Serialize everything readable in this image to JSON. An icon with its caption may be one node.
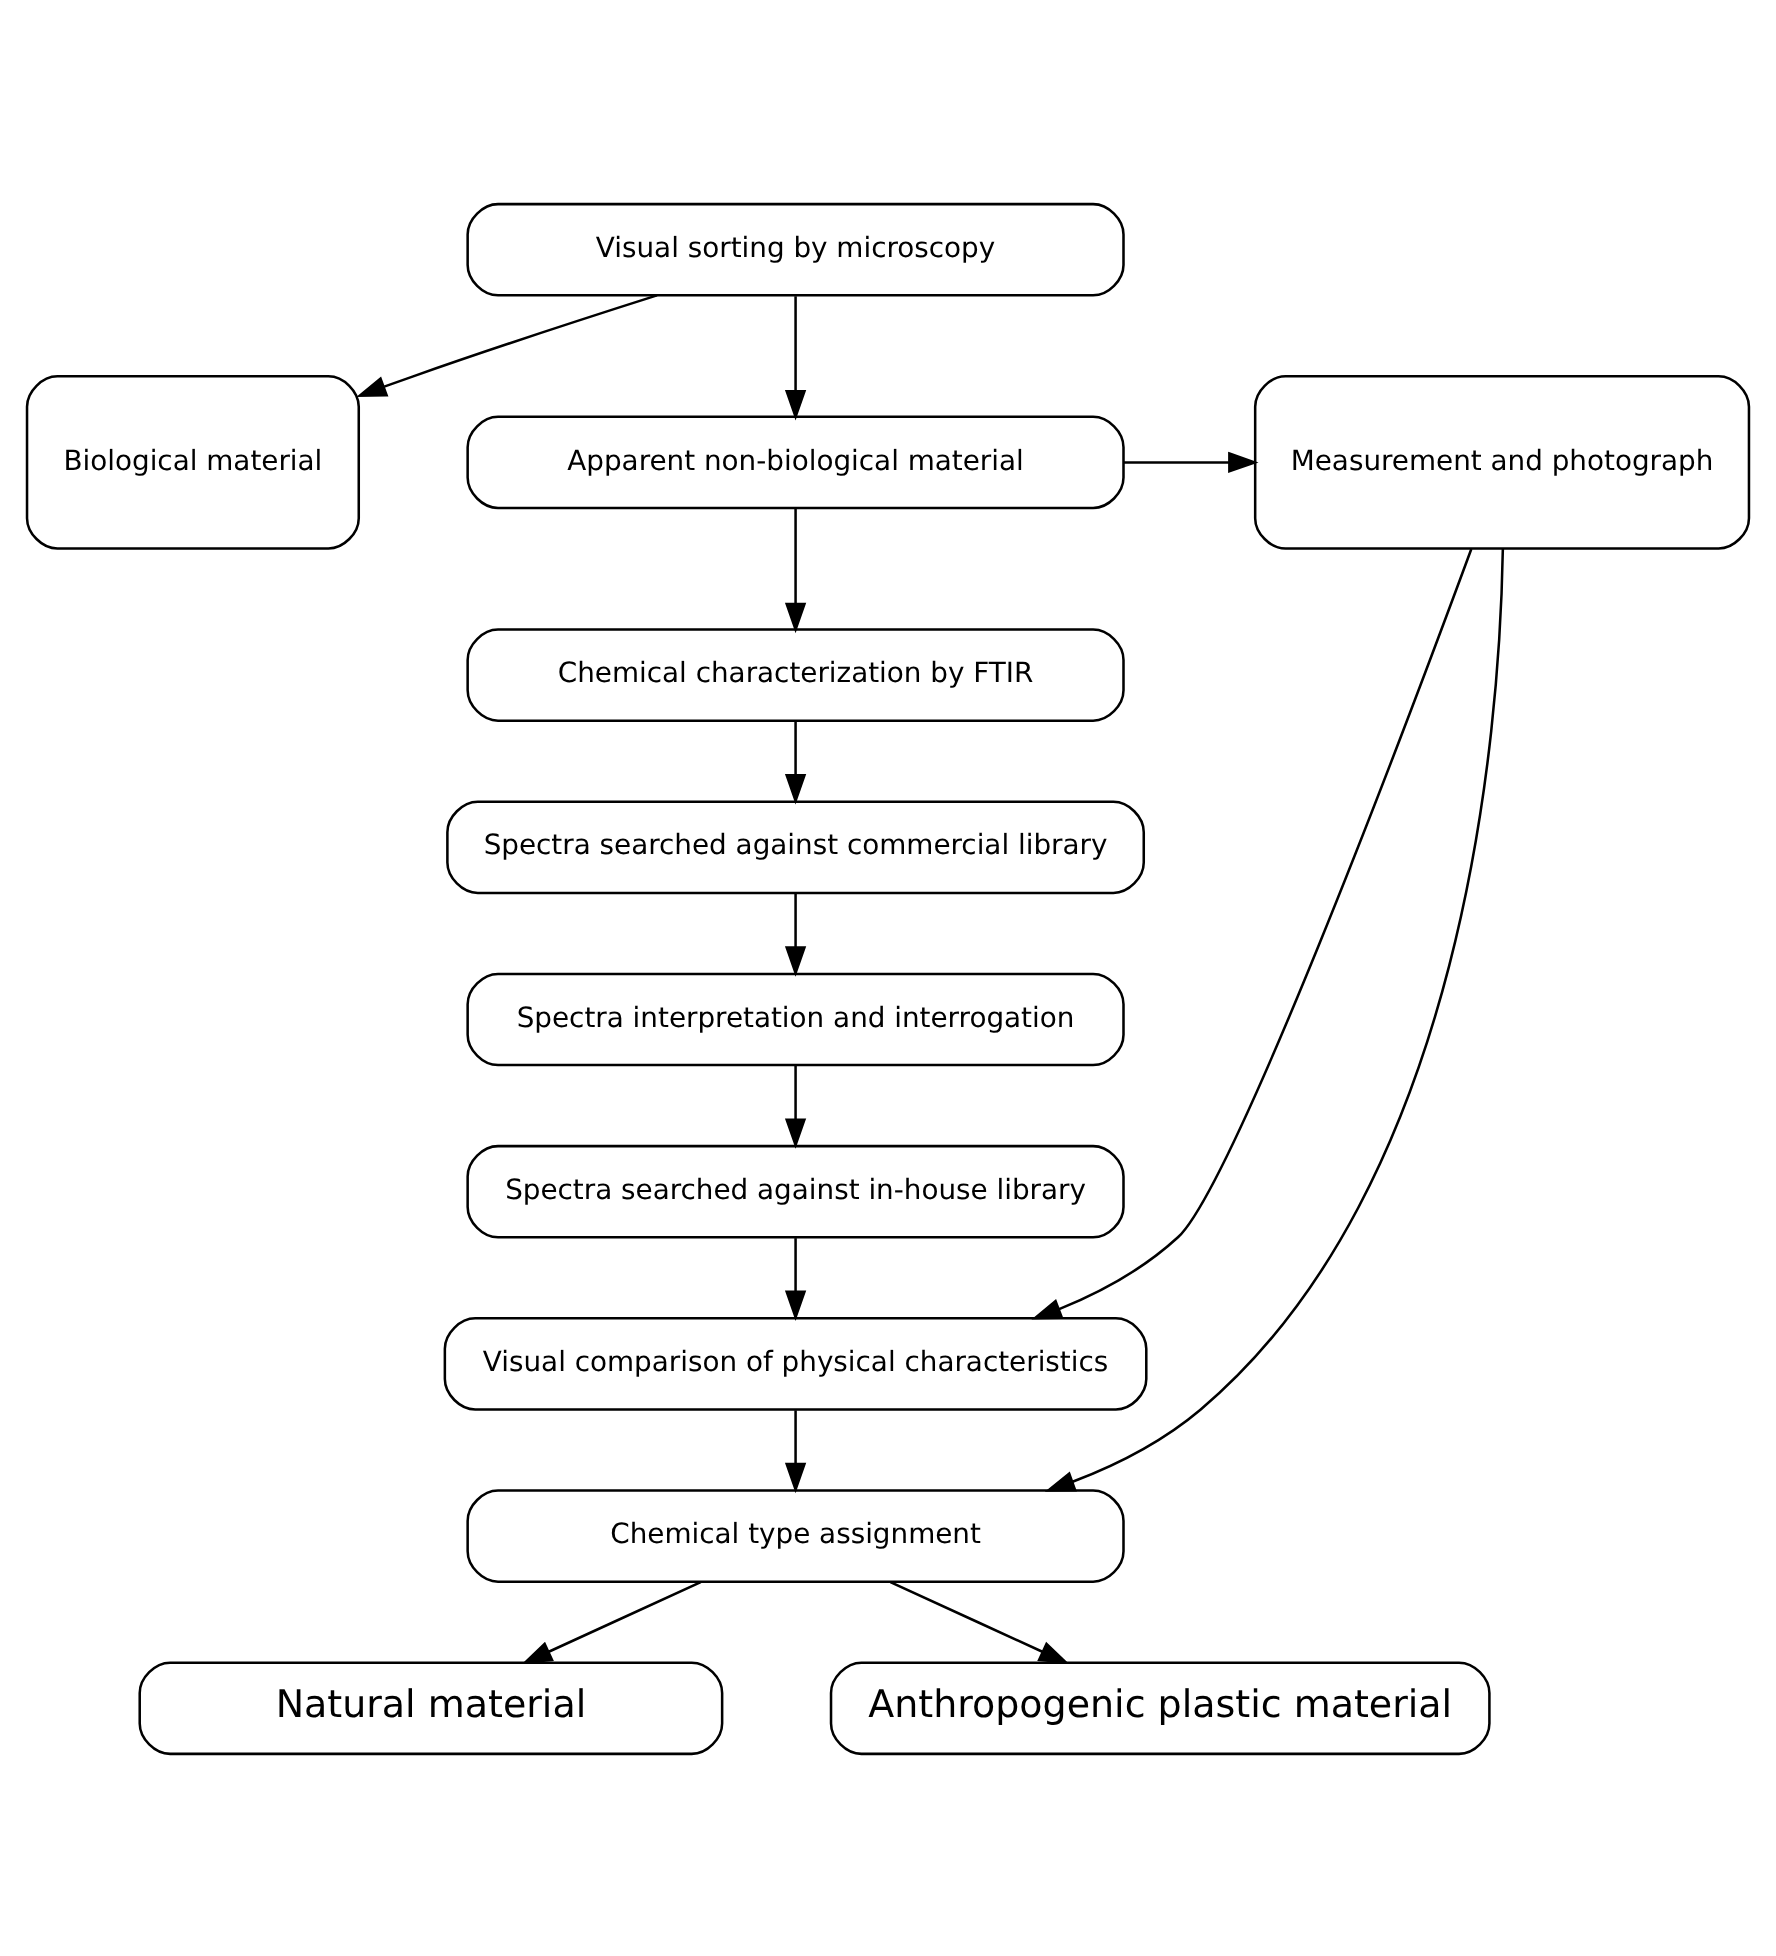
{
  "diagram": {
    "nodes": [
      {
        "text": [
          "Visual sorting by microscopy"
        ]
      },
      {
        "text": [
          "Biological material"
        ]
      },
      {
        "text": [
          "Apparent non-biological material"
        ]
      },
      {
        "text": [
          "Measurement and photograph"
        ]
      },
      {
        "text": [
          "Chemical characterization by FTIR"
        ]
      },
      {
        "text": [
          "Spectra searched against commercial library"
        ]
      },
      {
        "text": [
          "Spectra interpretation and interrogation"
        ]
      },
      {
        "text": [
          "Spectra searched against in-house library"
        ]
      },
      {
        "text": [
          "Visual comparison of physical characteristics"
        ]
      },
      {
        "text": [
          "Chemical type assignment"
        ]
      },
      {
        "text": [
          "Natural material"
        ]
      },
      {
        "text": [
          "Anthropogenic plastic material"
        ]
      }
    ],
    "edges": [
      {
        "from": 0,
        "to": 1,
        "arrow": "to"
      },
      {
        "from": 0,
        "to": 2,
        "arrow": "to"
      },
      {
        "from": 2,
        "to": 3,
        "arrow": "to"
      },
      {
        "from": 2,
        "to": 4,
        "arrow": "to"
      },
      {
        "from": 4,
        "to": 5,
        "arrow": "to"
      },
      {
        "from": 5,
        "to": 6,
        "arrow": "to"
      },
      {
        "from": 6,
        "to": 7,
        "arrow": "to"
      },
      {
        "from": 7,
        "to": 8,
        "arrow": "to"
      },
      {
        "from": 3,
        "to": 8,
        "arrow": "to"
      },
      {
        "from": 3,
        "to": 9,
        "arrow": "to"
      },
      {
        "from": 8,
        "to": 9,
        "arrow": "to"
      },
      {
        "from": 9,
        "to": 10,
        "arrow": "to"
      },
      {
        "from": 9,
        "to": 11,
        "arrow": "to"
      }
    ]
  }
}
